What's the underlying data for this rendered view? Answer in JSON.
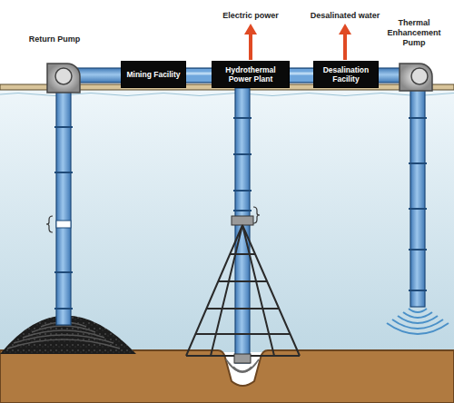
{
  "diagram": {
    "nodes": [
      {
        "text": [
          "Mining Facility"
        ]
      },
      {
        "text": [
          "Hydrothermal Power Plant"
        ]
      },
      {
        "text": [
          "Desalination Facility"
        ]
      }
    ],
    "edges": [
      {
        "from": 0,
        "to": 1,
        "arrow": "none"
      },
      {
        "from": 1,
        "to": 2,
        "arrow": "none"
      }
    ],
    "labels": [
      "Return Pump",
      "Electric power",
      "Desalinated water",
      "Thermal Enhancement Pump"
    ]
  }
}
